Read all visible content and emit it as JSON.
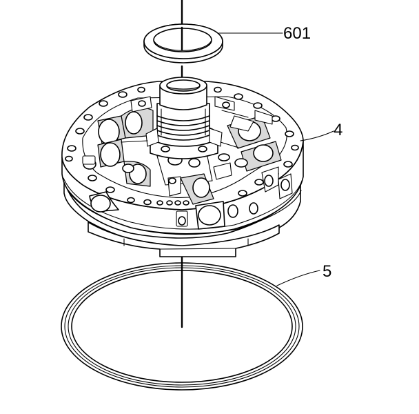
{
  "callouts": {
    "seal_ring": "601",
    "pump_body": "4",
    "o_ring": "5"
  },
  "colors": {
    "line": "#000000",
    "background": "#ffffff",
    "shade": "#d9d9d9"
  }
}
